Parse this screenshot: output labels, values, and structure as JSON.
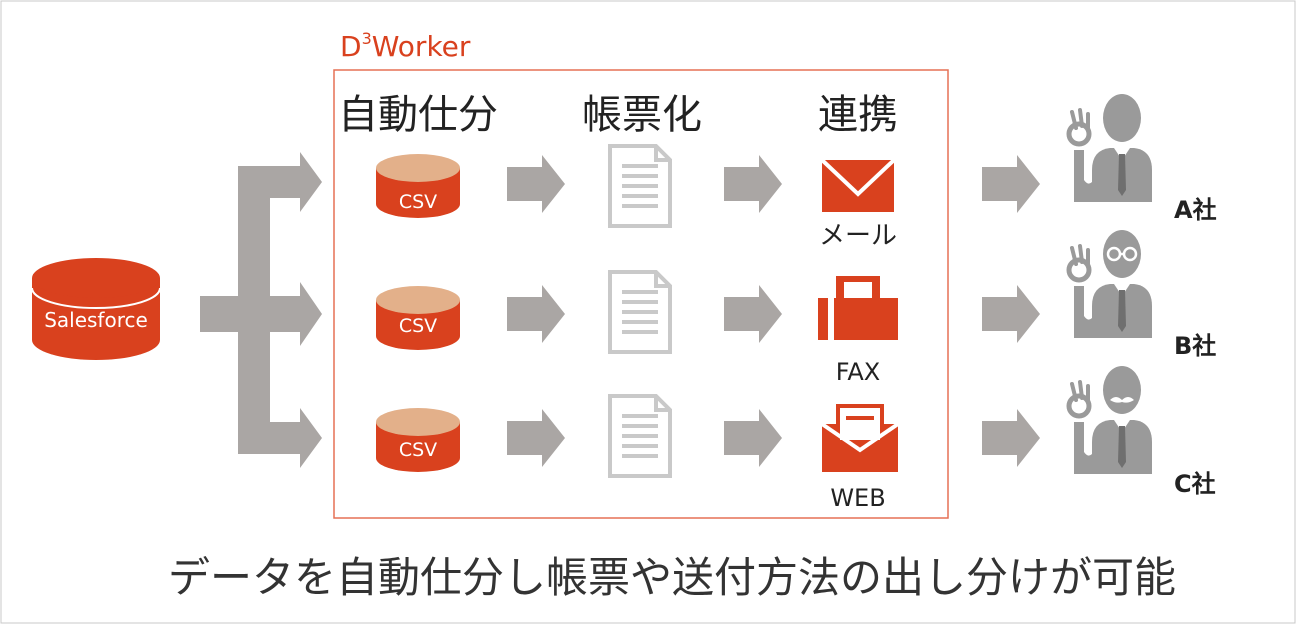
{
  "source": {
    "label": "Salesforce"
  },
  "system": {
    "name_main": "D",
    "name_sup": "3",
    "name_rest": "Worker"
  },
  "stages": {
    "sort": "自動仕分",
    "form": "帳票化",
    "link": "連携"
  },
  "csv_label": "CSV",
  "channels": [
    {
      "label": "メール",
      "icon": "mail-icon"
    },
    {
      "label": "FAX",
      "icon": "fax-icon"
    },
    {
      "label": "WEB",
      "icon": "web-mail-icon"
    }
  ],
  "recipients": [
    {
      "label": "A社",
      "icon": "businessman-icon"
    },
    {
      "label": "B社",
      "icon": "businessman-glasses-icon"
    },
    {
      "label": "C社",
      "icon": "businessman-mustache-icon"
    }
  ],
  "caption": "データを自動仕分し帳票や送付方法の出し分けが可能",
  "colors": {
    "accent": "#d9411e",
    "disc_top": "#e3b08a",
    "arrow": "#aaa6a4",
    "doc": "#c9c9c9",
    "person": "#9a9a9a"
  }
}
